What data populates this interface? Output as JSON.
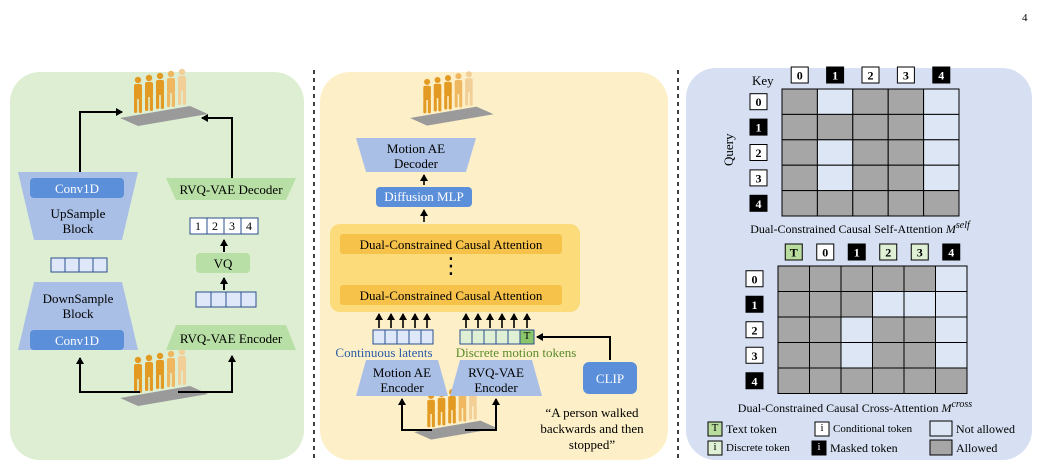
{
  "page_number": "4",
  "left_panel": {
    "conv1d_top": "Conv1D",
    "upsample_line1": "UpSample",
    "upsample_line2": "Block",
    "downsample_line1": "DownSample",
    "downsample_line2": "Block",
    "conv1d_bottom": "Conv1D",
    "rvq_decoder": "RVQ-VAE Decoder",
    "rvq_encoder": "RVQ-VAE Encoder",
    "vq": "VQ",
    "codebook_indices": [
      "1",
      "2",
      "3",
      "4"
    ]
  },
  "middle_panel": {
    "motion_ae_decoder_line1": "Motion AE",
    "motion_ae_decoder_line2": "Decoder",
    "diffusion_mlp": "Diffusion MLP",
    "attention_top": "Dual-Constrained Causal Attention",
    "attention_bottom": "Dual-Constrained Causal Attention",
    "vdots": "⋮",
    "continuous_latents": "Continuous latents",
    "discrete_tokens": "Discrete motion tokens",
    "text_token_letter": "T",
    "motion_ae_encoder_line1": "Motion AE",
    "motion_ae_encoder_line2": "Encoder",
    "rvq_encoder_line1": "RVQ-VAE",
    "rvq_encoder_line2": "Encoder",
    "clip": "CLIP",
    "prompt": "“A person walked backwards and then stopped”"
  },
  "right_panel": {
    "key_label": "Key",
    "query_label": "Query",
    "self_attention": {
      "title": "Dual-Constrained Causal Self-Attention",
      "symbol": "M",
      "superscript": "self",
      "keys": [
        {
          "label": "0",
          "kind": "conditional"
        },
        {
          "label": "1",
          "kind": "masked"
        },
        {
          "label": "2",
          "kind": "conditional"
        },
        {
          "label": "3",
          "kind": "conditional"
        },
        {
          "label": "4",
          "kind": "masked"
        }
      ],
      "queries": [
        {
          "label": "0",
          "kind": "conditional"
        },
        {
          "label": "1",
          "kind": "masked"
        },
        {
          "label": "2",
          "kind": "conditional"
        },
        {
          "label": "3",
          "kind": "conditional"
        },
        {
          "label": "4",
          "kind": "masked"
        }
      ],
      "grid": [
        [
          1,
          0,
          1,
          1,
          0
        ],
        [
          1,
          1,
          1,
          1,
          0
        ],
        [
          1,
          0,
          1,
          1,
          0
        ],
        [
          1,
          0,
          1,
          1,
          0
        ],
        [
          1,
          1,
          1,
          1,
          1
        ]
      ]
    },
    "cross_attention": {
      "title": "Dual-Constrained Causal Cross-Attention",
      "symbol": "M",
      "superscript": "cross",
      "keys": [
        {
          "label": "T",
          "kind": "text"
        },
        {
          "label": "0",
          "kind": "conditional"
        },
        {
          "label": "1",
          "kind": "masked"
        },
        {
          "label": "2",
          "kind": "discrete"
        },
        {
          "label": "3",
          "kind": "discrete"
        },
        {
          "label": "4",
          "kind": "masked"
        }
      ],
      "queries": [
        {
          "label": "0",
          "kind": "conditional"
        },
        {
          "label": "1",
          "kind": "masked"
        },
        {
          "label": "2",
          "kind": "conditional"
        },
        {
          "label": "3",
          "kind": "conditional"
        },
        {
          "label": "4",
          "kind": "masked"
        }
      ],
      "grid": [
        [
          1,
          1,
          1,
          1,
          1,
          0
        ],
        [
          1,
          1,
          1,
          0,
          0,
          0
        ],
        [
          1,
          1,
          0,
          1,
          1,
          0
        ],
        [
          1,
          1,
          0,
          1,
          1,
          0
        ],
        [
          1,
          1,
          1,
          1,
          1,
          1
        ]
      ]
    },
    "legend": {
      "text_token": "Text token",
      "text_token_glyph": "T",
      "conditional_token": "Conditional token",
      "conditional_glyph": "i",
      "not_allowed": "Not allowed",
      "discrete_token": "Discrete token",
      "discrete_glyph": "i",
      "masked_token": "Masked token",
      "masked_glyph": "i",
      "allowed": "Allowed"
    }
  },
  "colors": {
    "left_bg": "#deeed2",
    "middle_bg": "#fdf0c8",
    "right_bg": "#d6e0f2",
    "block_blue": "#5b8fd9",
    "block_light": "#a9bfe6",
    "rvq_green": "#b8dfa5",
    "attn_yellow": "#fbdb7a",
    "attn_bar": "#f7c24a",
    "cell_allowed": "#a6a6a6",
    "cell_not_allowed": "#dde6f5",
    "token_green": "#b9dd9f",
    "token_light_blue": "#dfe8f8",
    "human": "#e0a43a"
  }
}
